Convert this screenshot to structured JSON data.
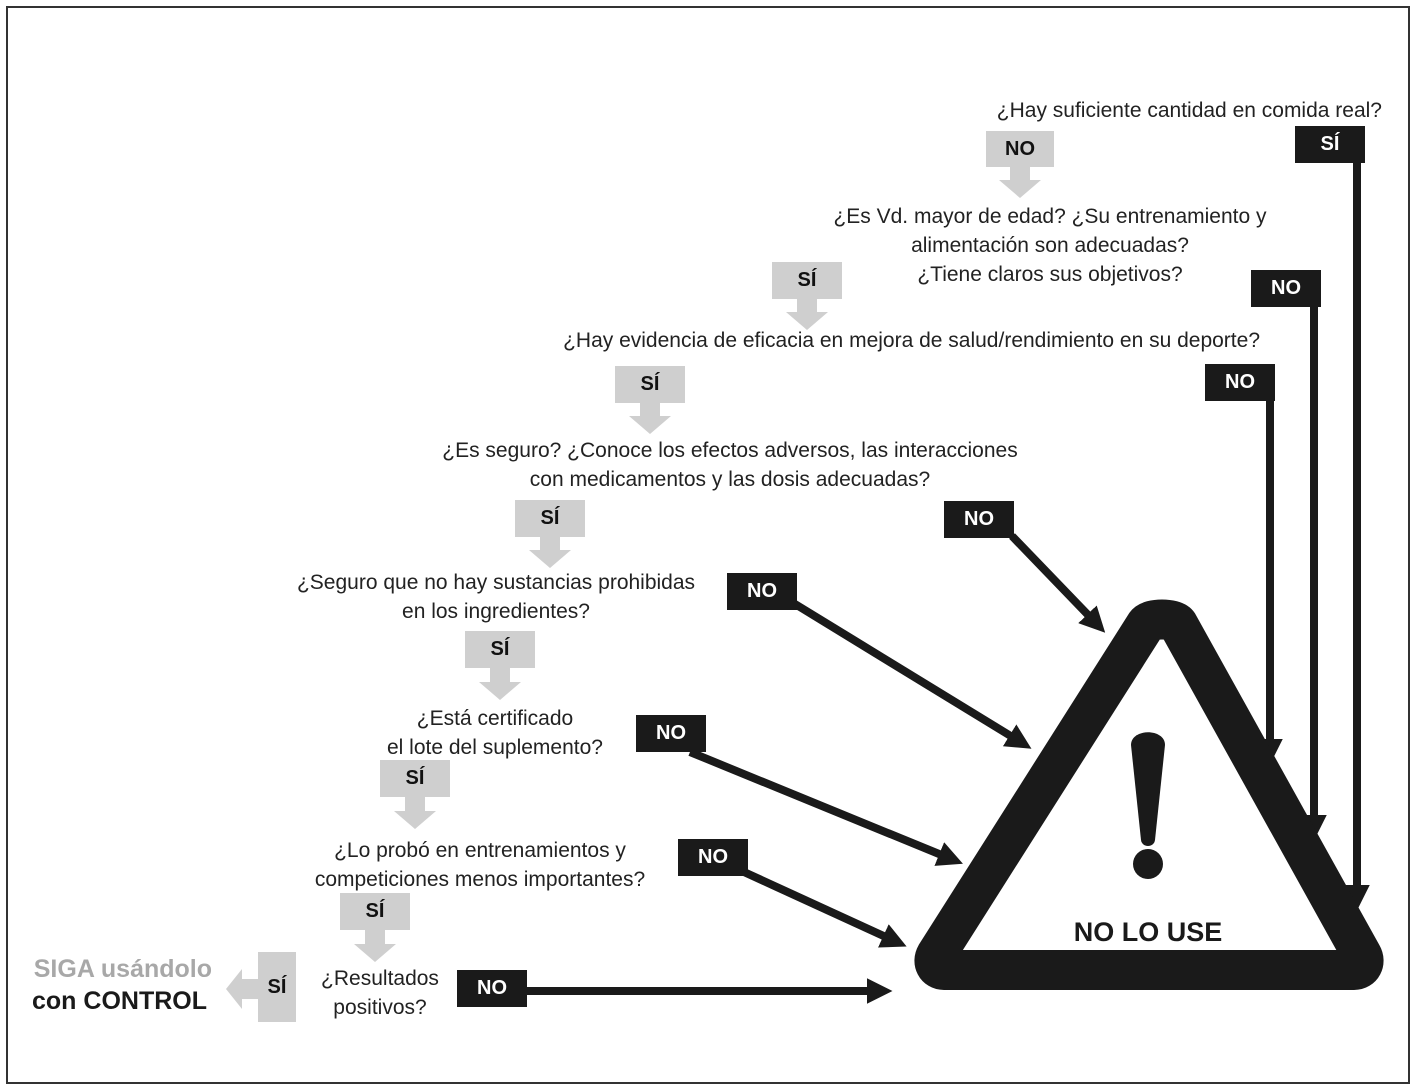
{
  "questions": {
    "q1": "¿Hay suficiente cantidad en comida real?",
    "q2_line1": "¿Es Vd. mayor de edad? ¿Su entrenamiento y",
    "q2_line2": "alimentación son adecuadas?",
    "q2_line3": "¿Tiene claros sus objetivos?",
    "q3": "¿Hay evidencia de eficacia en mejora de salud/rendimiento en su deporte?",
    "q4_line1": "¿Es seguro? ¿Conoce los efectos adversos, las interacciones",
    "q4_line2": "con medicamentos y las dosis adecuadas?",
    "q5_line1": "¿Seguro que no hay sustancias prohibidas",
    "q5_line2": "en los ingredientes?",
    "q6_line1": "¿Está certificado",
    "q6_line2": "el lote del suplemento?",
    "q7_line1": "¿Lo probó en entrenamientos y",
    "q7_line2": "competiciones menos importantes?",
    "q8_line1": "¿Resultados",
    "q8_line2": "positivos?"
  },
  "labels": {
    "yes": "SÍ",
    "no": "NO"
  },
  "outcome": {
    "continue_line1": "SIGA usándolo",
    "continue_line2": "con CONTROL",
    "stop": "NO LO USE",
    "warning_mark": "!"
  },
  "colors": {
    "yes_box": "#cfcfcf",
    "yes_arrow": "#cfcfcf",
    "no_box": "#1a1a1a",
    "arrow": "#1a1a1a",
    "continue_gray": "#a8a8a8",
    "border": "#333333"
  }
}
